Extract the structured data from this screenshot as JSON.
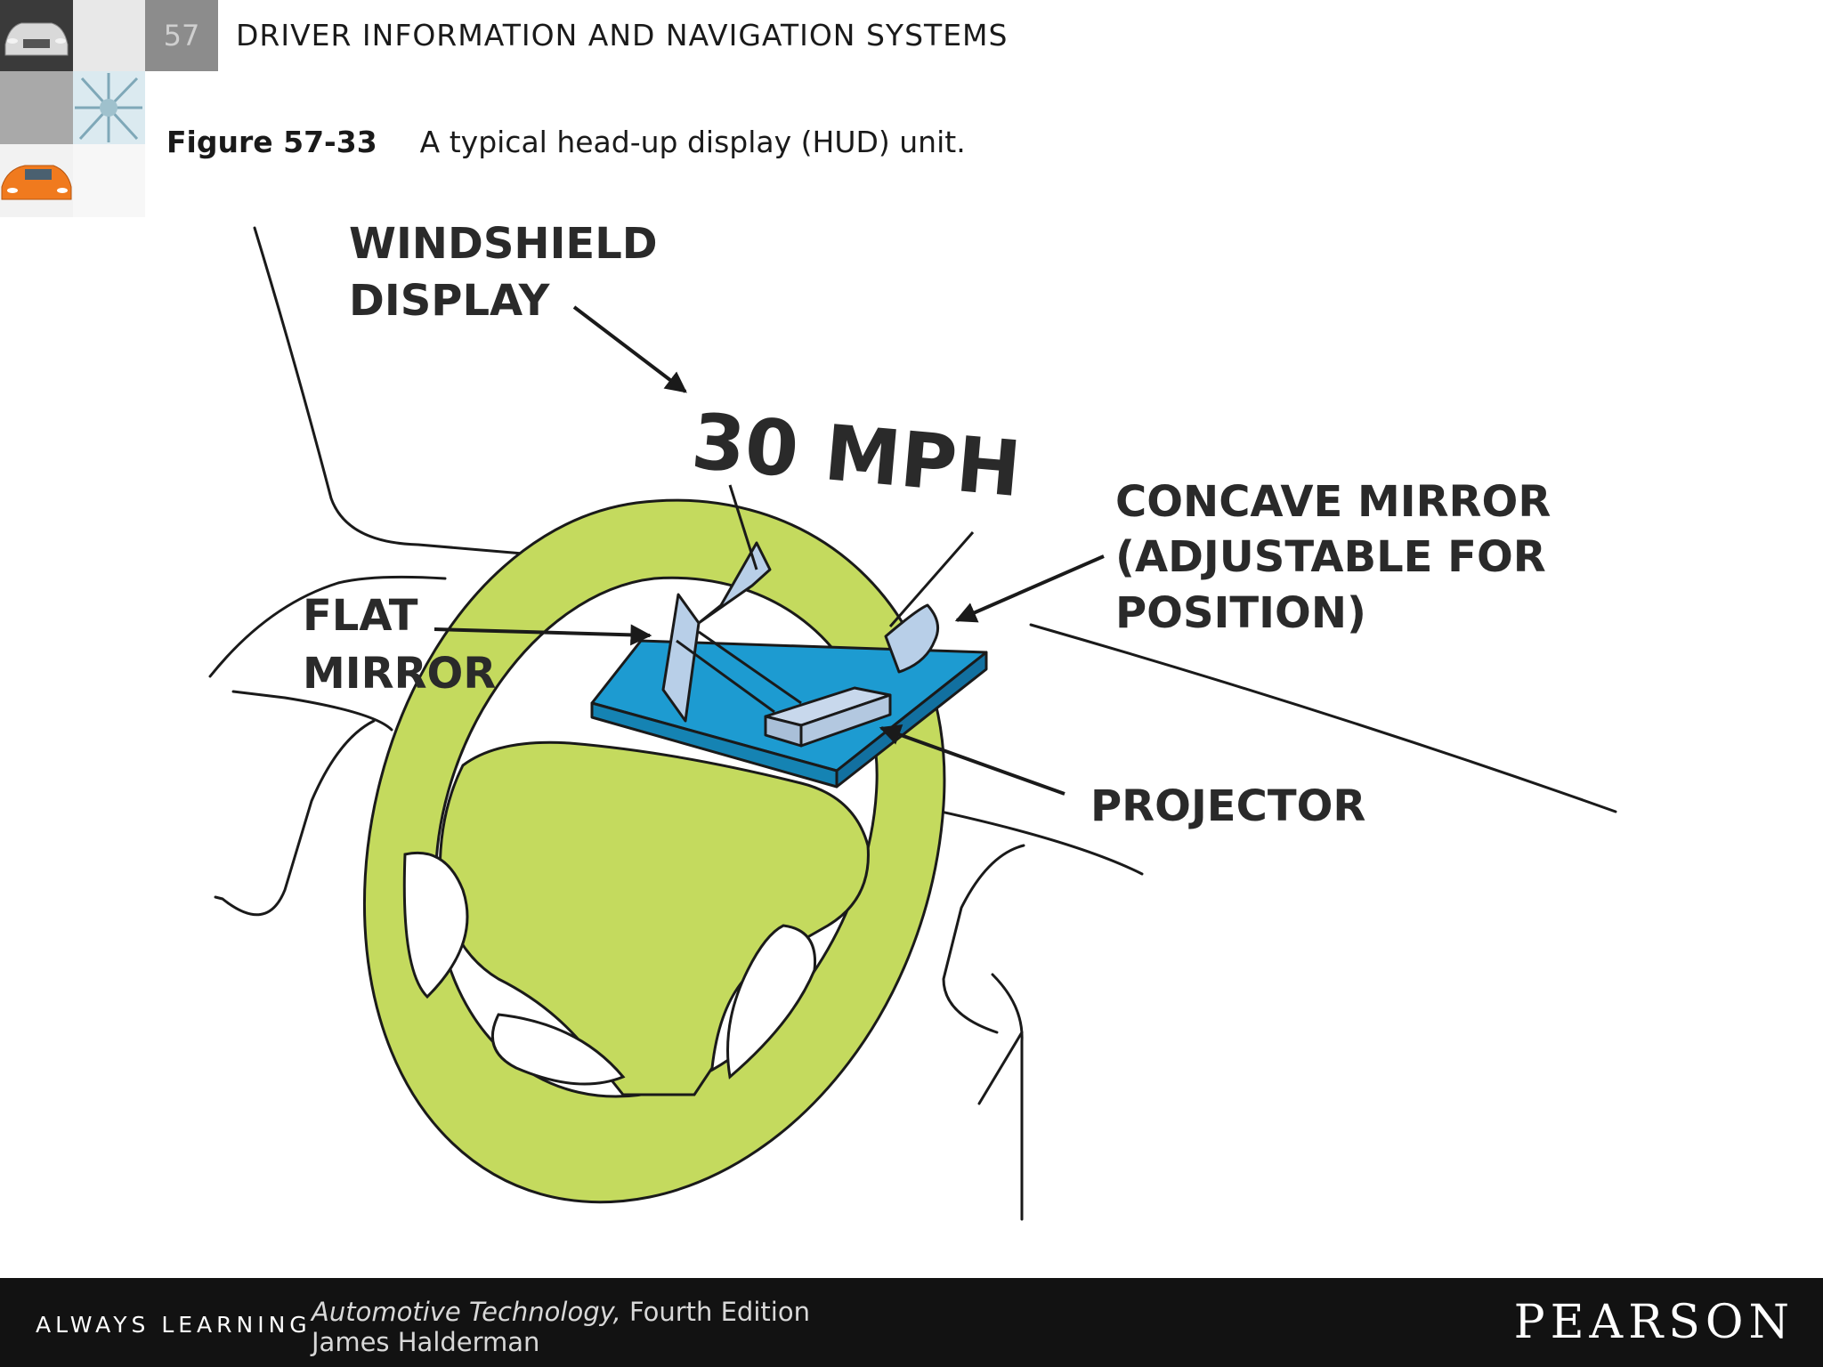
{
  "header": {
    "chapter_number": "57",
    "chapter_title": "DRIVER INFORMATION AND NAVIGATION SYSTEMS"
  },
  "caption": {
    "figure_label": "Figure 57-33",
    "text": "A typical head-up display (HUD) unit."
  },
  "diagram": {
    "labels": {
      "windshield_1": "WINDSHIELD",
      "windshield_2": "DISPLAY",
      "speed": "30 MPH",
      "concave_1": "CONCAVE MIRROR",
      "concave_2": "(ADJUSTABLE FOR",
      "concave_3": "POSITION)",
      "flat_1": "FLAT",
      "flat_2": "MIRROR",
      "projector": "PROJECTOR"
    },
    "colors": {
      "steering_wheel": "#c4da5e",
      "base_plate": "#1d9bd1",
      "mirror": "#b8cfe8",
      "outline": "#1a1a1a"
    }
  },
  "footer": {
    "tagline": "ALWAYS LEARNING",
    "book_title": "Automotive Technology,",
    "edition": " Fourth Edition",
    "author": "James Halderman",
    "publisher": "PEARSON"
  }
}
